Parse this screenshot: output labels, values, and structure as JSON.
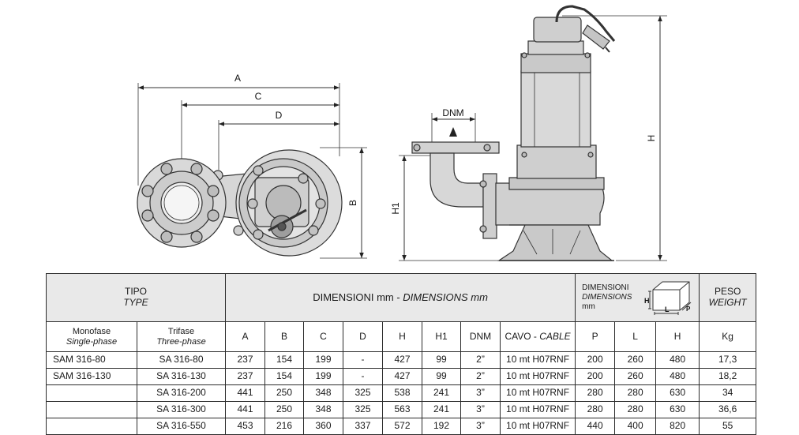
{
  "drawing": {
    "labels": {
      "A": "A",
      "B": "B",
      "C": "C",
      "D": "D",
      "DNM": "DNM",
      "H": "H",
      "H1": "H1",
      "box_H": "H",
      "box_L": "L",
      "box_P": "P"
    },
    "colors": {
      "line": "#333333",
      "fill": "#d4d4d4",
      "dark": "#a9a9a9"
    }
  },
  "table": {
    "tipo": "TIPO",
    "type": "TYPE",
    "dimensioni_pre": "DIMENSIONI mm - ",
    "dimensioni_it": "DIMENSIONS mm",
    "pack_line1": "DIMENSIONI",
    "pack_line2": "DIMENSIONS",
    "pack_line3": "mm",
    "peso": "PESO",
    "weight": "WEIGHT",
    "monofase": "Monofase",
    "single_phase": "Single-phase",
    "trifase": "Trifase",
    "three_phase": "Three-phase",
    "col_A": "A",
    "col_B": "B",
    "col_C": "C",
    "col_D": "D",
    "col_H": "H",
    "col_H1": "H1",
    "col_DNM": "DNM",
    "cavo_pre": "CAVO - ",
    "cavo_it": "CABLE",
    "col_P": "P",
    "col_L": "L",
    "col_Hp": "H",
    "col_kg": "Kg",
    "rows": [
      [
        "SAM 316-80",
        "SA 316-80",
        "237",
        "154",
        "199",
        "-",
        "427",
        "99",
        "2”",
        "10 mt H07RNF",
        "200",
        "260",
        "480",
        "17,3"
      ],
      [
        "SAM 316-130",
        "SA 316-130",
        "237",
        "154",
        "199",
        "-",
        "427",
        "99",
        "2”",
        "10 mt H07RNF",
        "200",
        "260",
        "480",
        "18,2"
      ],
      [
        "",
        "SA 316-200",
        "441",
        "250",
        "348",
        "325",
        "538",
        "241",
        "3”",
        "10 mt H07RNF",
        "280",
        "280",
        "630",
        "34"
      ],
      [
        "",
        "SA 316-300",
        "441",
        "250",
        "348",
        "325",
        "563",
        "241",
        "3”",
        "10 mt H07RNF",
        "280",
        "280",
        "630",
        "36,6"
      ],
      [
        "",
        "SA 316-550",
        "453",
        "216",
        "360",
        "337",
        "572",
        "192",
        "3”",
        "10 mt H07RNF",
        "440",
        "400",
        "820",
        "55"
      ]
    ]
  }
}
